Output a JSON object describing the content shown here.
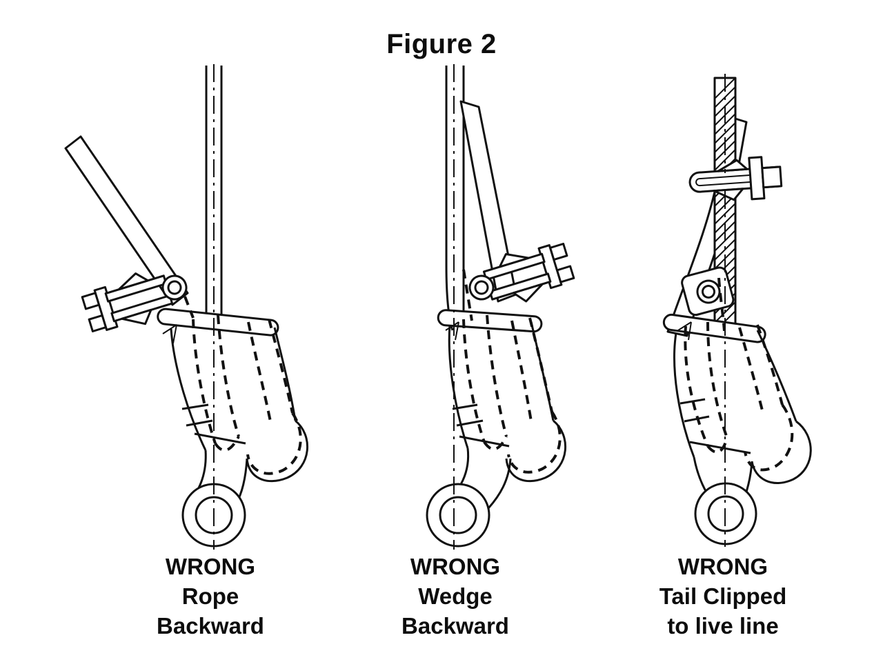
{
  "page": {
    "title": "Figure 2",
    "background": "#ffffff",
    "line_color": "#111111",
    "text_color": "#0d0d0d"
  },
  "figures": [
    {
      "name": "rope-backward",
      "caption_lines": [
        "WRONG",
        "Rope",
        "Backward"
      ]
    },
    {
      "name": "wedge-backward",
      "caption_lines": [
        "WRONG",
        "Wedge",
        "Backward"
      ]
    },
    {
      "name": "tail-clipped-to-live-line",
      "caption_lines": [
        "WRONG",
        "Tail Clipped",
        "to live line"
      ]
    }
  ]
}
